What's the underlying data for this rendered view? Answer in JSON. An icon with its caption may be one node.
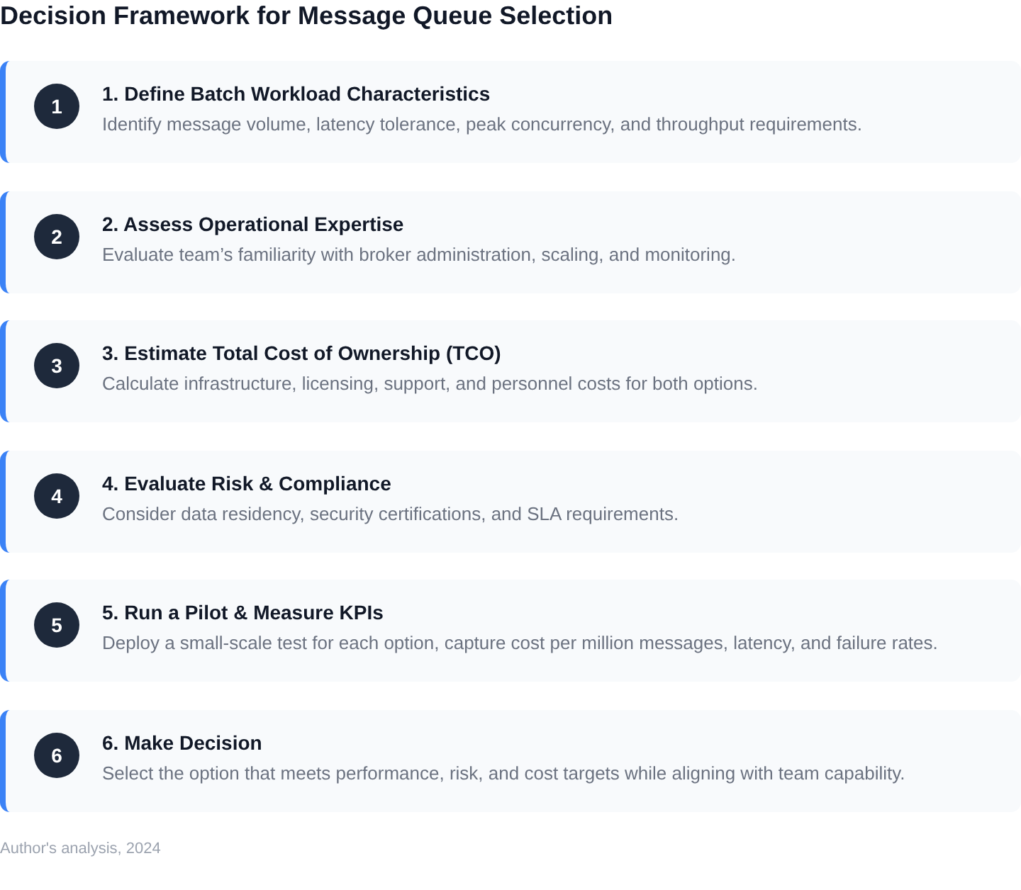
{
  "diagram": {
    "title": "Decision Framework for Message Queue Selection",
    "caption": "Author's analysis, 2024",
    "nodes": [
      {
        "text": [
          "1. Define Batch Workload Characteristics",
          "Identify message volume, latency tolerance, peak concurrency, and throughput requirements."
        ]
      },
      {
        "text": [
          "1"
        ],
        "in": 0
      },
      {
        "text": [
          "2. Assess Operational Expertise",
          "Evaluate team’s familiarity with broker administration, scaling, and monitoring."
        ]
      },
      {
        "text": [
          "2"
        ],
        "in": 2
      },
      {
        "text": [
          "3. Estimate Total Cost of Ownership (TCO)",
          "Calculate infrastructure, licensing, support, and personnel costs for both options."
        ]
      },
      {
        "text": [
          "3"
        ],
        "in": 4
      },
      {
        "text": [
          "4. Evaluate Risk & Compliance",
          "Consider data residency, security certifications, and SLA requirements."
        ]
      },
      {
        "text": [
          "4"
        ],
        "in": 6
      },
      {
        "text": [
          "5. Run a Pilot & Measure KPIs",
          "Deploy a small-scale test for each option, capture cost per million messages, latency, and failure rates."
        ]
      },
      {
        "text": [
          "5"
        ],
        "in": 8
      },
      {
        "text": [
          "6. Make Decision",
          "Select the option that meets performance, risk, and cost targets while aligning with team capability."
        ]
      },
      {
        "text": [
          "6"
        ],
        "in": 10
      }
    ]
  }
}
